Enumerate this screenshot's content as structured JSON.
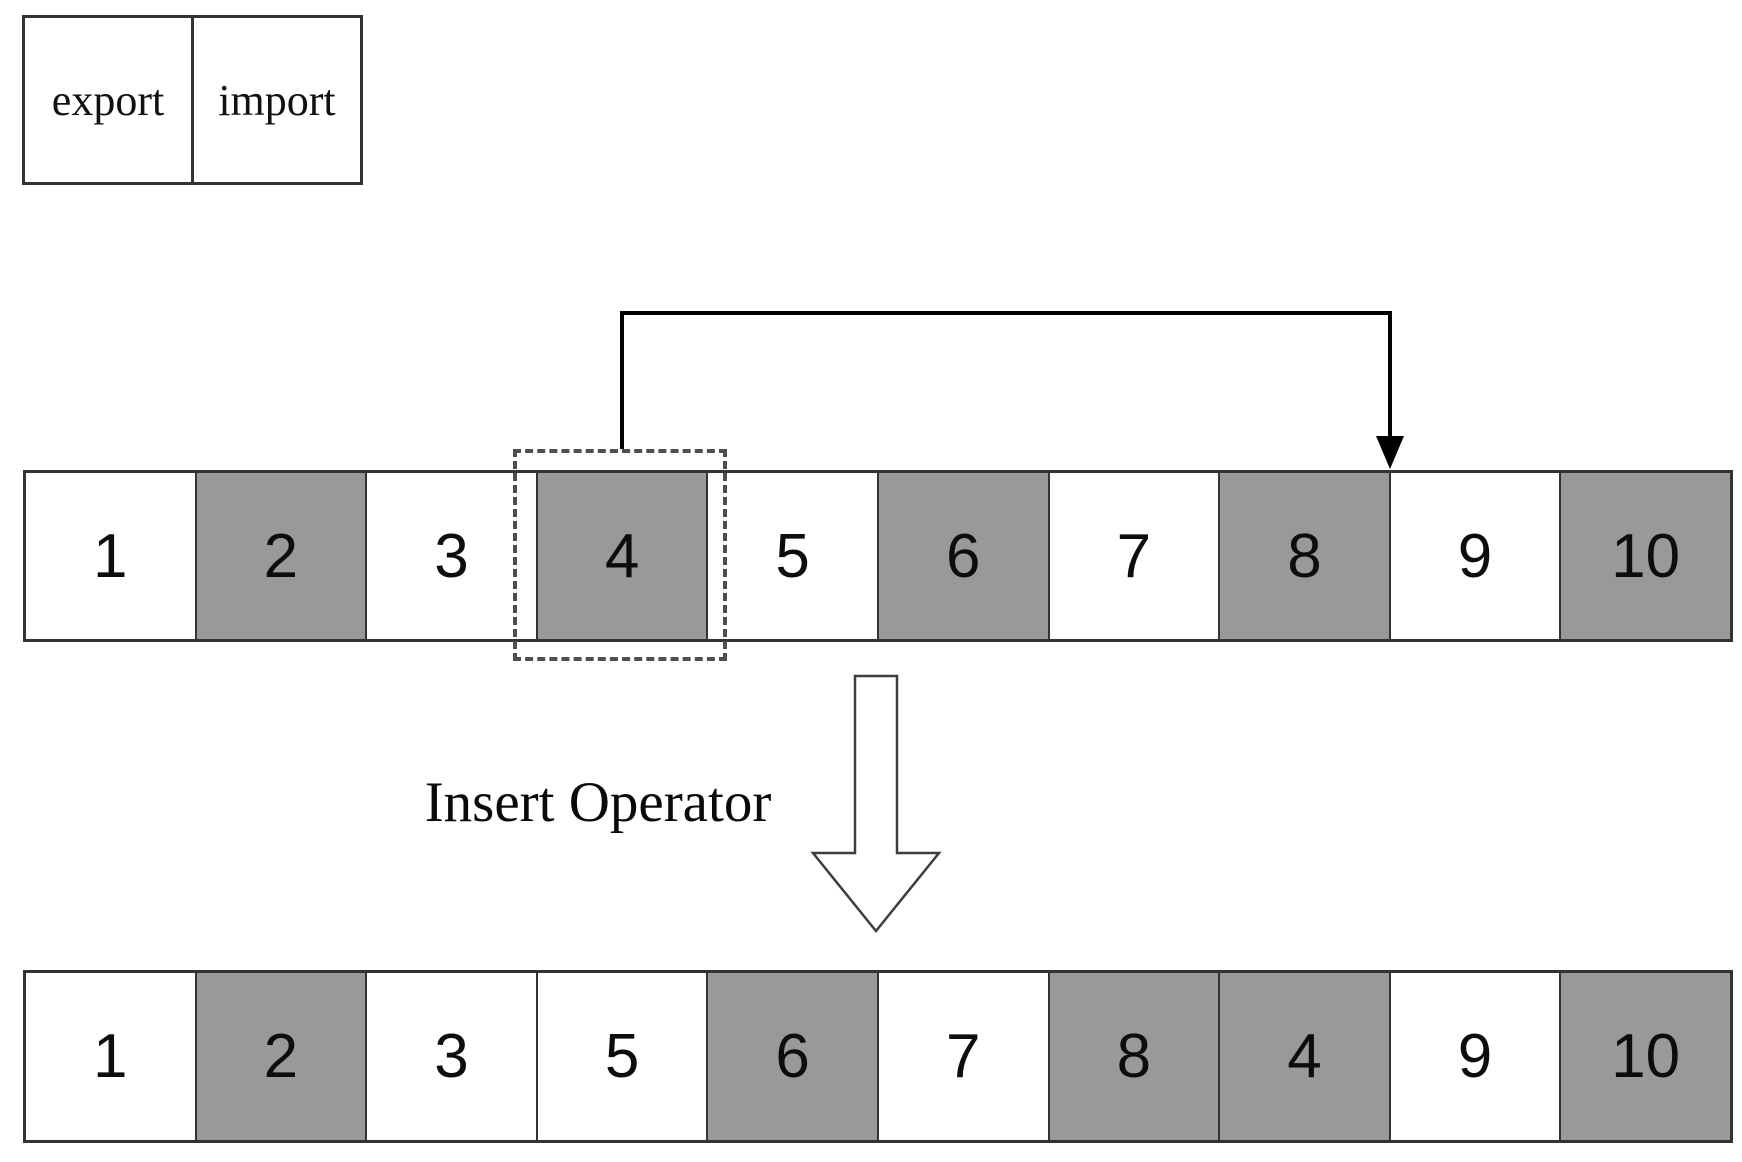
{
  "legend": {
    "items": [
      {
        "label": "export",
        "type": "export"
      },
      {
        "label": "import",
        "type": "import"
      }
    ]
  },
  "operator": {
    "label": "Insert Operator"
  },
  "sequence": {
    "top_row": {
      "cells": [
        {
          "label": "1",
          "type": "export"
        },
        {
          "label": "2",
          "type": "import"
        },
        {
          "label": "3",
          "type": "export"
        },
        {
          "label": "4",
          "type": "import",
          "selected": true
        },
        {
          "label": "5",
          "type": "export"
        },
        {
          "label": "6",
          "type": "import"
        },
        {
          "label": "7",
          "type": "export"
        },
        {
          "label": "8",
          "type": "import"
        },
        {
          "label": "9",
          "type": "export"
        },
        {
          "label": "10",
          "type": "import"
        }
      ],
      "selected_label": "4",
      "insert_after_label": "8"
    },
    "bottom_row": {
      "cells": [
        {
          "label": "1",
          "type": "export"
        },
        {
          "label": "2",
          "type": "import"
        },
        {
          "label": "3",
          "type": "export"
        },
        {
          "label": "5",
          "type": "export"
        },
        {
          "label": "6",
          "type": "import"
        },
        {
          "label": "7",
          "type": "export"
        },
        {
          "label": "8",
          "type": "import"
        },
        {
          "label": "4",
          "type": "import"
        },
        {
          "label": "9",
          "type": "export"
        },
        {
          "label": "10",
          "type": "import"
        }
      ]
    }
  },
  "colors": {
    "export_fill": "#ffffff",
    "import_fill": "#999999",
    "border": "#333333",
    "arrow": "#000000"
  }
}
